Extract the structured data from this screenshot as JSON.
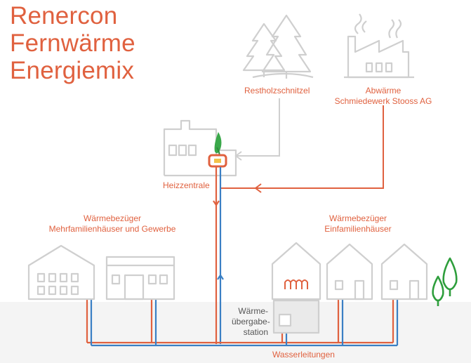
{
  "title": {
    "line1": "Renercon",
    "line2": "Fernwärme",
    "line3": "Energiemix"
  },
  "labels": {
    "restholz": "Restholzschnitzel",
    "abwaerme_line1": "Abwärme",
    "abwaerme_line2": "Schmiedewerk Stooss AG",
    "heizzentrale": "Heizzentrale",
    "mfh_line1": "Wärmebezüger",
    "mfh_line2": "Mehrfamilienhäuser und Gewerbe",
    "efh_line1": "Wärmebezüger",
    "efh_line2": "Einfamilienhäuser",
    "station_line1": "Wärme-",
    "station_line2": "übergabe-",
    "station_line3": "station",
    "wasser": "Wasserleitungen"
  },
  "colors": {
    "accent": "#e0613f",
    "pipe_hot": "#e0613f",
    "pipe_cold": "#3a7fc4",
    "outline": "#cfcfcf",
    "tree_green": "#2e9e3c",
    "flame_green": "#3aa84a",
    "background": "#ffffff"
  },
  "icons": {
    "forest": "pine-trees-icon",
    "factory": "factory-icon",
    "plant": "heating-plant-icon",
    "flame": "flame-icon",
    "trees": "deciduous-trees-icon"
  }
}
